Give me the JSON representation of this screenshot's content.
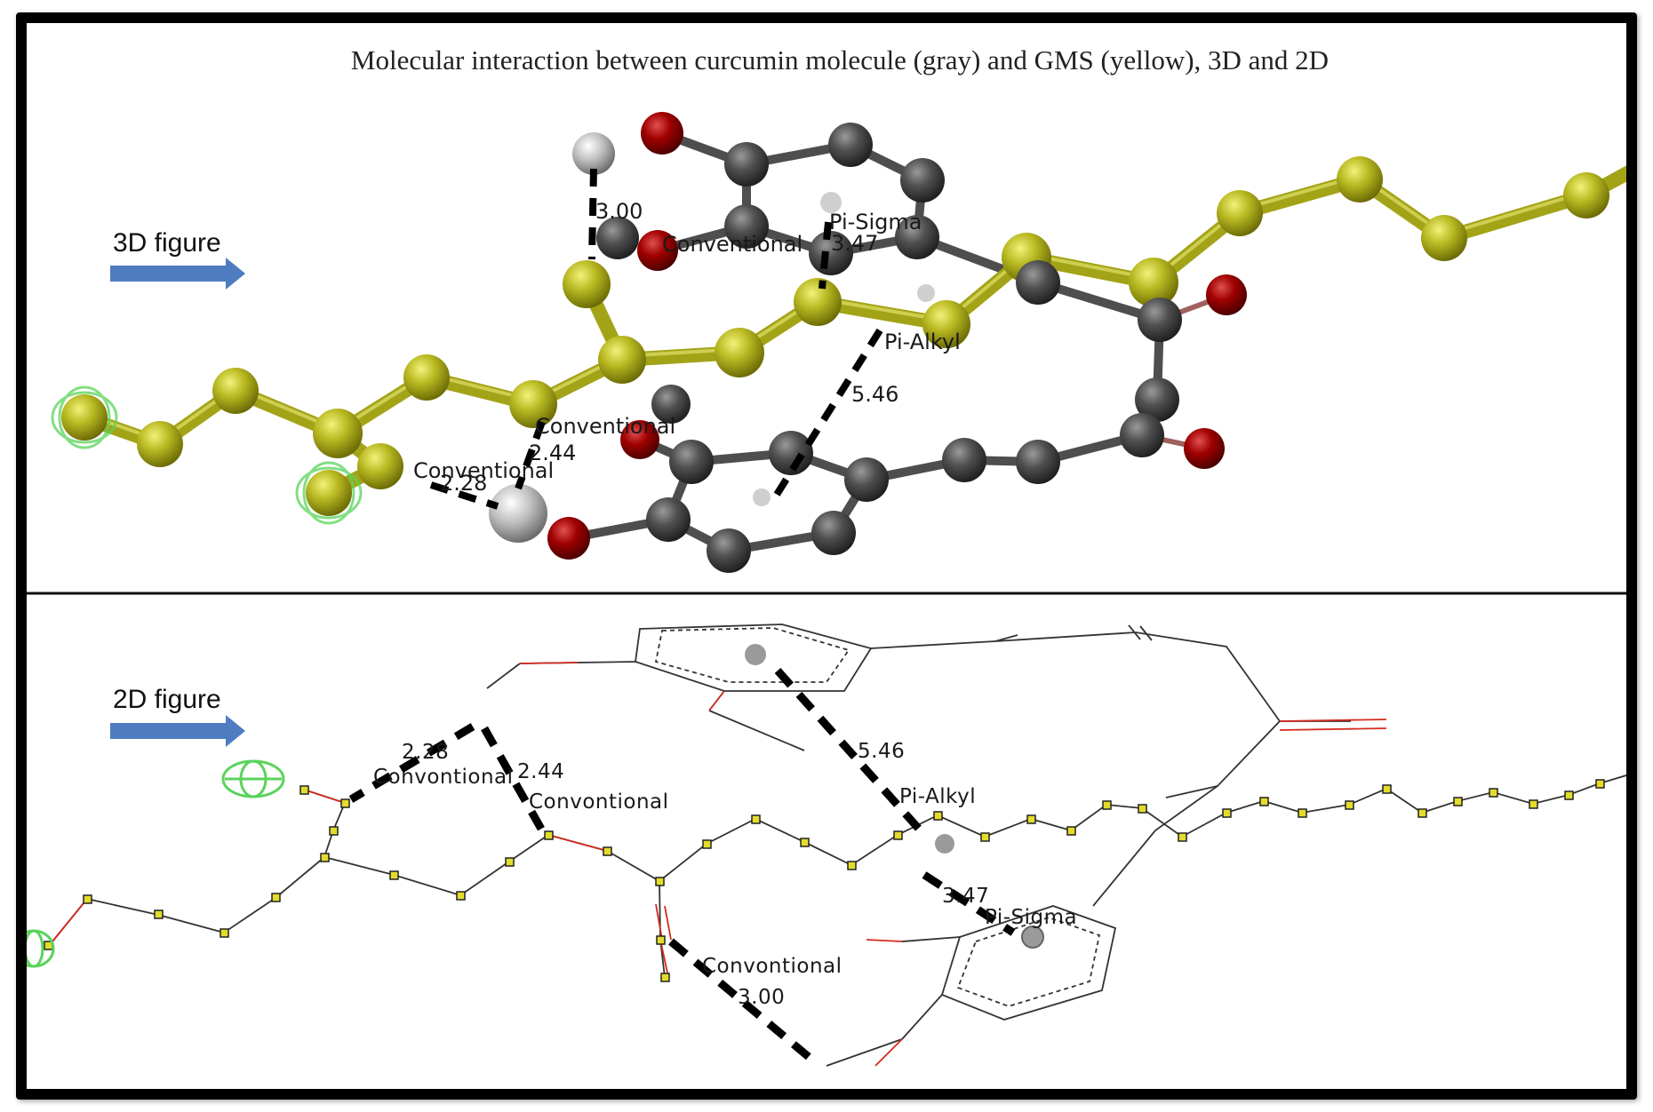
{
  "title": "Molecular interaction between curcumin molecule (gray) and GMS (yellow), 3D and 2D",
  "panels": {
    "top": {
      "label": "3D figure"
    },
    "bottom": {
      "label": "2D figure"
    }
  },
  "colors": {
    "gms": "#a3a317",
    "curcumin": "#4a4a4a",
    "oxygen": "#990000",
    "hydrogen": "#8c8c8c",
    "arrow": "#4f7bc0",
    "bond2d": "#333333",
    "bond2d_red": "#d32a1e",
    "node2d": "#e3dc2c",
    "ring_marker": "#5ad35a"
  },
  "interactions3d": [
    {
      "type": "Conventional",
      "distance": "3.00"
    },
    {
      "type": "Pi-Sigma",
      "distance": "3.47"
    },
    {
      "type": "Pi-Alkyl",
      "distance": "5.46"
    },
    {
      "type": "Conventional",
      "distance": "2.44"
    },
    {
      "type": "Conventional",
      "distance": "2.28"
    }
  ],
  "interactions2d": [
    {
      "type": "Convontional",
      "distance": "2.28"
    },
    {
      "type": "Convontional",
      "distance": "2.44"
    },
    {
      "type": "Pi-Alkyl",
      "distance": "5.46"
    },
    {
      "type": "Pi-Sigma",
      "distance": "3.47"
    },
    {
      "type": "Convontional",
      "distance": "3.00"
    }
  ]
}
